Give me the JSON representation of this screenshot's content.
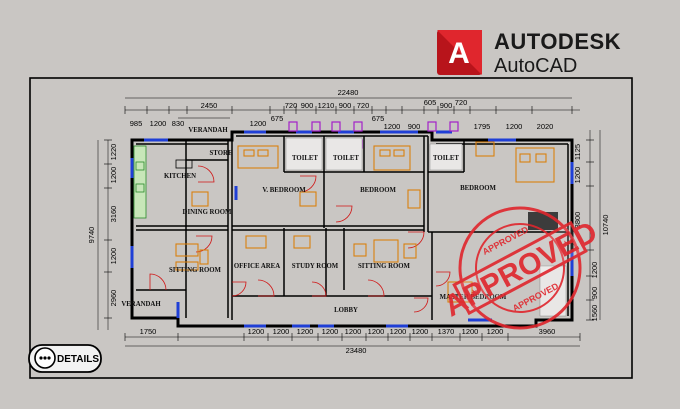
{
  "brand": {
    "line1": "AUTODESK",
    "line2": "AutoCAD",
    "logo_letter": "A",
    "logo_color": "#e0262d"
  },
  "badge": {
    "label": "DETAILS"
  },
  "stamp": {
    "main": "APPROVED",
    "top": "APPROVED",
    "bottom": "APPROVED",
    "color": "#e0262d"
  },
  "dims": {
    "overall_top": "22480",
    "overall_bottom": "23480",
    "left_total": "9740",
    "right_total": "10740",
    "top_row": [
      "985",
      "1200",
      "830",
      "2450",
      "1200",
      "675",
      "720",
      "900",
      "1210",
      "900",
      "720",
      "675",
      "1200",
      "900",
      "605",
      "900",
      "720",
      "1795",
      "1200",
      "2020"
    ],
    "bottom_row": [
      "1750",
      "1200",
      "1200",
      "1200",
      "1200",
      "1200",
      "1200",
      "1200",
      "1200",
      "1370",
      "1200",
      "1200",
      "3960"
    ],
    "left_col": [
      "1220",
      "1200",
      "3160",
      "1200",
      "2960"
    ],
    "right_col": [
      "1125",
      "1200",
      "3800",
      "1200",
      "900",
      "1560"
    ]
  },
  "rooms": {
    "verandah_top": "VERANDAH",
    "store": "STORE",
    "kitchen": "KITCHEN",
    "dining": "DINING ROOM",
    "toilet1": "TOILET",
    "toilet2": "TOILET",
    "toilet3": "TOILET",
    "v_bedroom": "V. BEDROOM",
    "bedroom": "BEDROOM",
    "bedroom2": "BEDROOM",
    "sitting": "SITTING ROOM",
    "office": "OFFICE AREA",
    "study": "STUDY ROOM",
    "sitting2": "SITTING ROOM",
    "master": "MASTER BEDROOM",
    "verandah_bottom": "VERANDAH",
    "lobby": "LOBBY"
  }
}
